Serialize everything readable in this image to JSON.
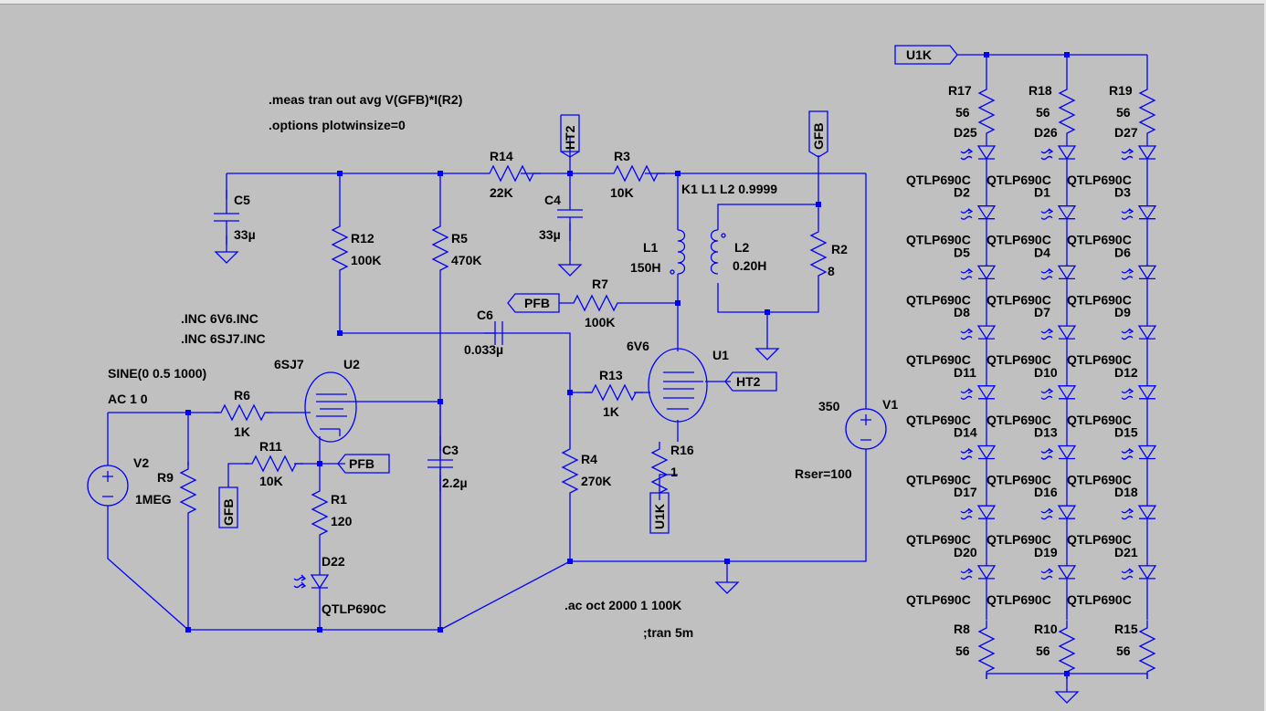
{
  "directives": {
    "meas": ".meas tran out avg V(GFB)*I(R2)",
    "options": ".options plotwinsize=0",
    "inc1": ".INC 6V6.INC",
    "inc2": ".INC 6SJ7.INC",
    "ac": ".ac oct 2000 1 100K",
    "tran": ";tran 5m",
    "coupling": "K1 L1 L2 0.9999"
  },
  "sources": {
    "v2_name": "V2",
    "v2_sine": "SINE(0 0.5 1000)",
    "v2_ac": "AC 1 0",
    "v1_name": "V1",
    "v1_value": "350",
    "v1_rser": "Rser=100"
  },
  "parts": {
    "c5": "C5",
    "c5v": "33µ",
    "r14": "R14",
    "r14v": "22K",
    "c4": "C4",
    "c4v": "33µ",
    "r3": "R3",
    "r3v": "10K",
    "r12": "R12",
    "r12v": "100K",
    "r5": "R5",
    "r5v": "470K",
    "l1": "L1",
    "l1v": "150H",
    "l2": "L2",
    "l2v": "0.20H",
    "r2": "R2",
    "r2v": "8",
    "r7": "R7",
    "r7v": "100K",
    "c6": "C6",
    "c6v": "0.033µ",
    "u1": "U1",
    "u1m": "6V6",
    "u2": "U2",
    "u2m": "6SJ7",
    "r13": "R13",
    "r13v": "1K",
    "r6": "R6",
    "r6v": "1K",
    "r11": "R11",
    "r11v": "10K",
    "r9": "R9",
    "r9v": "1MEG",
    "r1": "R1",
    "r1v": "120",
    "c3": "C3",
    "c3v": "2.2µ",
    "r4": "R4",
    "r4v": "270K",
    "r16": "R16",
    "r16v": "1",
    "d22": "D22",
    "d22m": "QTLP690C"
  },
  "nets": {
    "u1k": "U1K",
    "gfb": "GFB",
    "ht2": "HT2",
    "pfb": "PFB"
  },
  "led_array": {
    "model": "QTLP690C",
    "top_resistors": [
      {
        "name": "R17",
        "value": "56"
      },
      {
        "name": "R18",
        "value": "56"
      },
      {
        "name": "R19",
        "value": "56"
      }
    ],
    "bottom_resistors": [
      {
        "name": "R8",
        "value": "56"
      },
      {
        "name": "R10",
        "value": "56"
      },
      {
        "name": "R15",
        "value": "56"
      }
    ],
    "diode_rows": [
      [
        "D25",
        "D26",
        "D27"
      ],
      [
        "D2",
        "D1",
        "D3"
      ],
      [
        "D5",
        "D4",
        "D6"
      ],
      [
        "D8",
        "D7",
        "D9"
      ],
      [
        "D11",
        "D10",
        "D12"
      ],
      [
        "D14",
        "D13",
        "D15"
      ],
      [
        "D17",
        "D16",
        "D18"
      ],
      [
        "D20",
        "D19",
        "D21"
      ]
    ]
  }
}
